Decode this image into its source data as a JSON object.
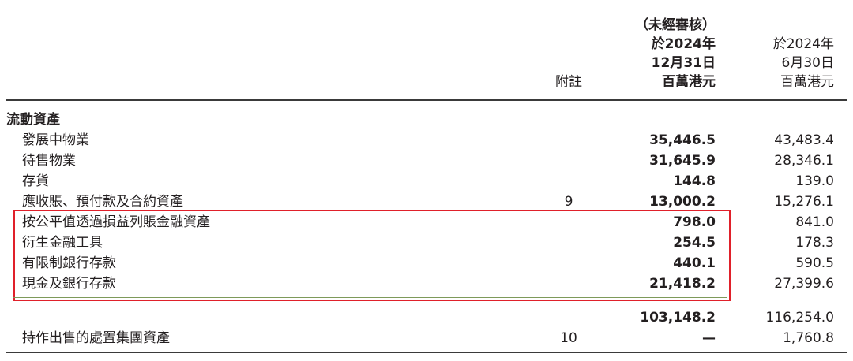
{
  "header": {
    "note_col": "附註",
    "current_col": [
      "（未經審核）",
      "於2024年",
      "12月31日",
      "百萬港元"
    ],
    "prior_col": [
      "於2024年",
      "6月30日",
      "百萬港元"
    ]
  },
  "section_title": "流動資產",
  "rows": [
    {
      "label": "發展中物業",
      "note": "",
      "current": "35,446.5",
      "prior": "43,483.4"
    },
    {
      "label": "待售物業",
      "note": "",
      "current": "31,645.9",
      "prior": "28,346.1"
    },
    {
      "label": "存貨",
      "note": "",
      "current": "144.8",
      "prior": "139.0"
    },
    {
      "label": "應收賬、預付款及合約資產",
      "note": "9",
      "current": "13,000.2",
      "prior": "15,276.1"
    },
    {
      "label": "按公平值透過損益列賬金融資產",
      "note": "",
      "current": "798.0",
      "prior": "841.0"
    },
    {
      "label": "衍生金融工具",
      "note": "",
      "current": "254.5",
      "prior": "178.3"
    },
    {
      "label": "有限制銀行存款",
      "note": "",
      "current": "440.1",
      "prior": "590.5"
    },
    {
      "label": "現金及銀行存款",
      "note": "",
      "current": "21,418.2",
      "prior": "27,399.6"
    }
  ],
  "subtotal": {
    "current": "103,148.2",
    "prior": "116,254.0"
  },
  "held_for_sale": {
    "label": "持作出售的處置集團資產",
    "note": "10",
    "current": "—",
    "prior": "1,760.8"
  }
}
